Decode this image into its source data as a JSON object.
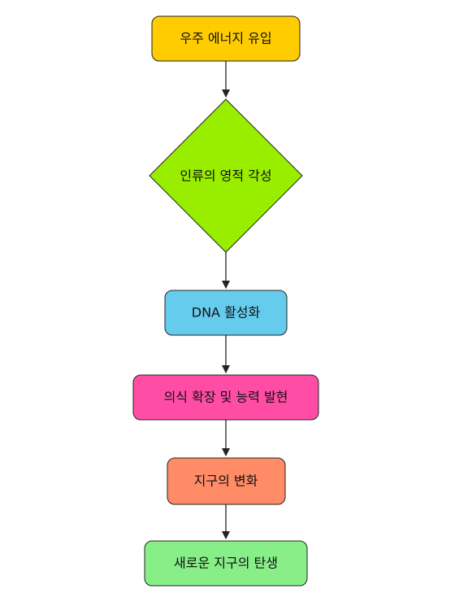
{
  "diagram": {
    "type": "flowchart",
    "direction": "top-to-bottom",
    "nodes": [
      {
        "id": "n1",
        "shape": "rounded-rect",
        "label": "우주 에너지 유입",
        "color": "#FFCC00"
      },
      {
        "id": "n2",
        "shape": "diamond",
        "label": "인류의 영적 각성",
        "color": "#99EE00"
      },
      {
        "id": "n3",
        "shape": "rounded-rect",
        "label": "DNA 활성화",
        "color": "#66CCEE"
      },
      {
        "id": "n4",
        "shape": "rounded-rect",
        "label": "의식 확장 및 능력 발현",
        "color": "#FF4DA6"
      },
      {
        "id": "n5",
        "shape": "rounded-rect",
        "label": "지구의 변화",
        "color": "#FF8C66"
      },
      {
        "id": "n6",
        "shape": "rounded-rect",
        "label": "새로운 지구의 탄생",
        "color": "#88EE88"
      }
    ],
    "edges": [
      {
        "from": "n1",
        "to": "n2"
      },
      {
        "from": "n2",
        "to": "n3"
      },
      {
        "from": "n3",
        "to": "n4"
      },
      {
        "from": "n4",
        "to": "n5"
      },
      {
        "from": "n5",
        "to": "n6"
      }
    ],
    "stroke_color": "#222222"
  }
}
